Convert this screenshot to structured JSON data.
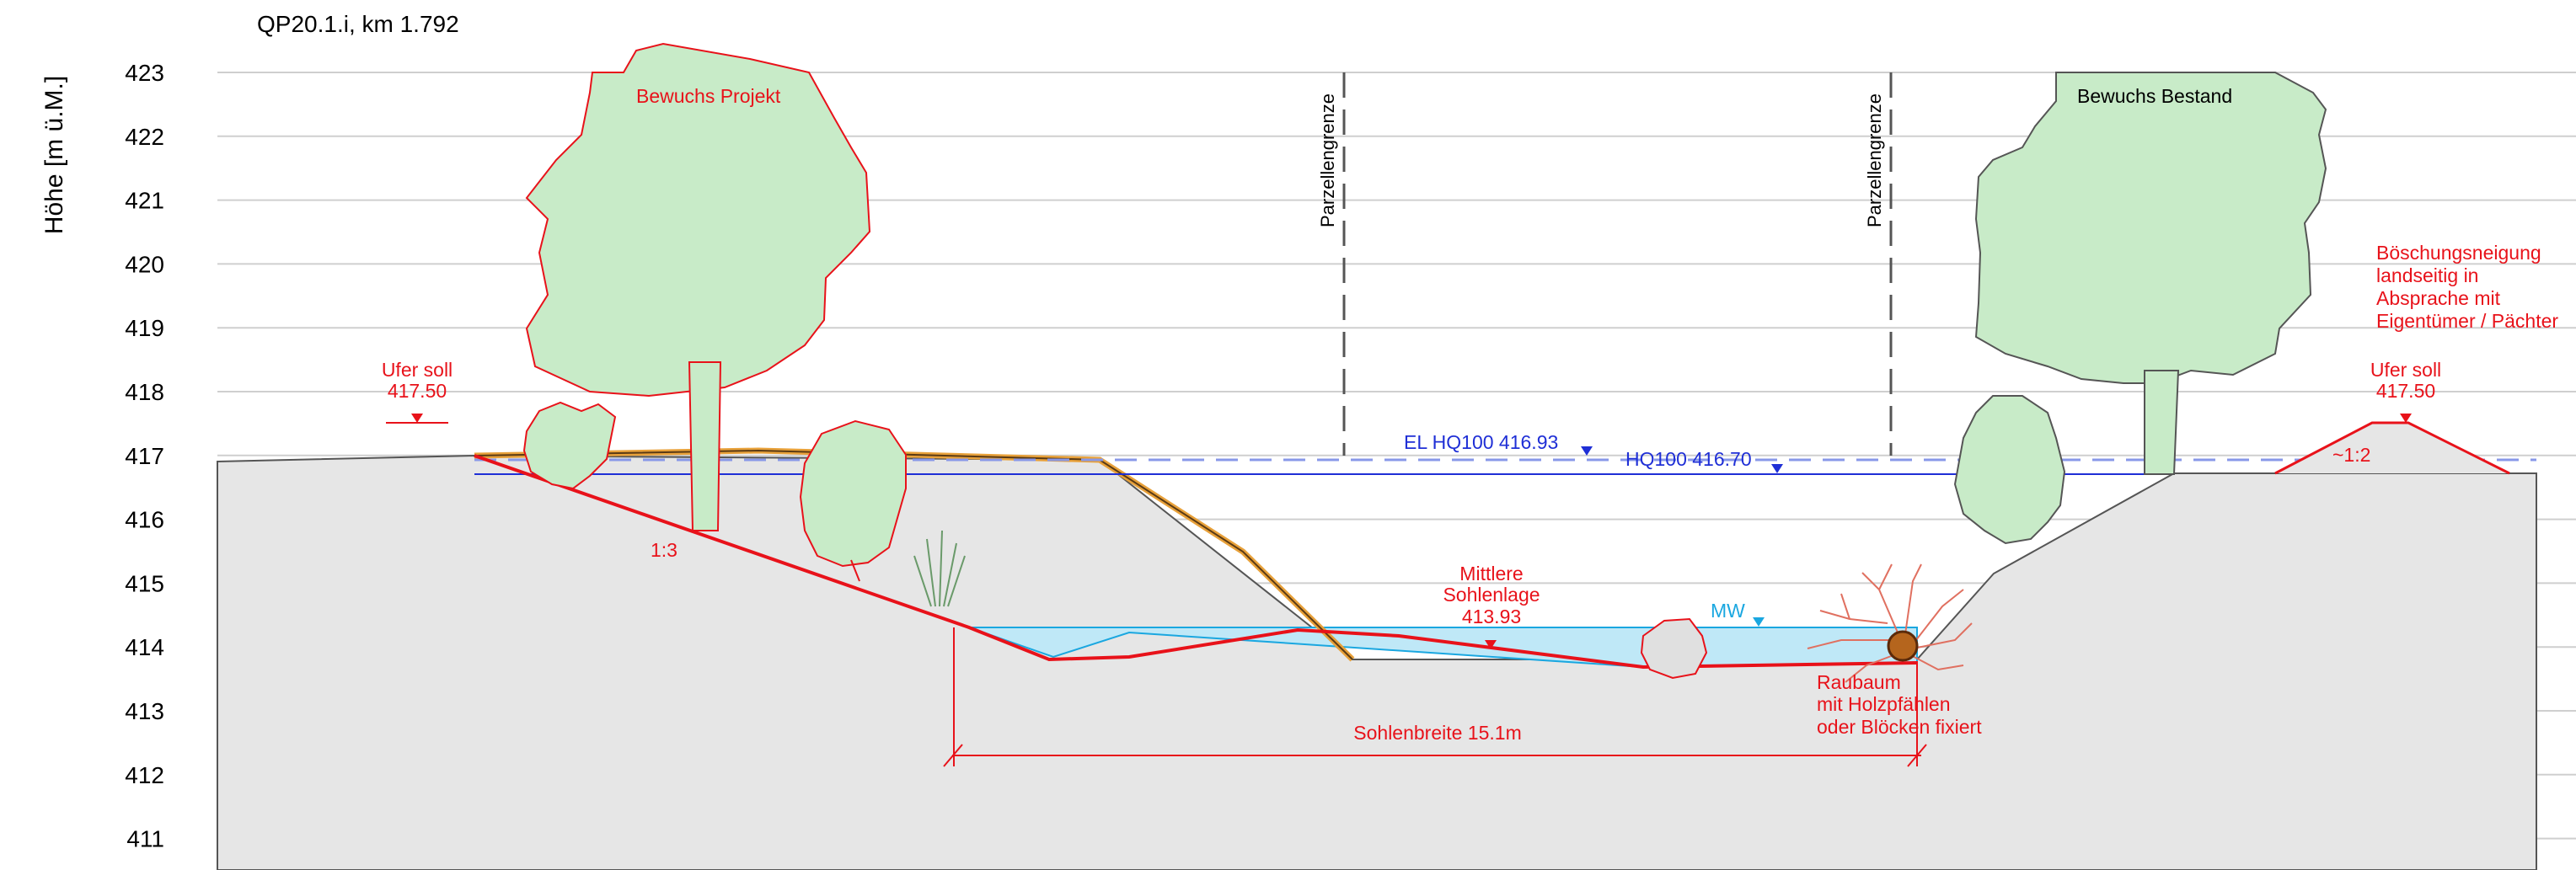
{
  "title": "QP20.1.i, km 1.792",
  "y_axis": {
    "label": "Höhe [m ü.M.]",
    "ticks": [
      "423",
      "422",
      "421",
      "420",
      "419",
      "418",
      "417",
      "416",
      "415",
      "414",
      "413",
      "412",
      "411"
    ],
    "range": [
      411,
      423
    ]
  },
  "annotations": {
    "vegetation_project": "Bewuchs Projekt",
    "vegetation_existing": "Bewuchs Bestand",
    "boundary_left": "Parzellengrenze",
    "boundary_right": "Parzellengrenze",
    "bank_left": {
      "line1": "Ufer soll",
      "line2": "417.50"
    },
    "bank_right": {
      "line1": "Ufer soll",
      "line2": "417.50"
    },
    "slope_left": "1:3",
    "slope_right": "~1:2",
    "embankment_note": [
      "Böschungsneigung",
      "landseitig in",
      "Absprache mit",
      "Eigentümer / Pächter"
    ],
    "el_hq100": "EL HQ100 416.93",
    "hq100": "HQ100 416.70",
    "mw": "MW",
    "mean_bed": [
      "Mittlere",
      "Sohlenlage",
      "413.93"
    ],
    "raubaum": [
      "Raubaum",
      "mit Holzpfählen",
      "oder Blöcken fixiert"
    ],
    "bed_width": "Sohlenbreite 15.1m"
  },
  "colors": {
    "terrain": "#e6e6e6",
    "water": "#bfe8f7",
    "tree_existing": "#c8ebc8",
    "tree_project": "#c8ebc8",
    "design_red": "#e8121a",
    "hq_blue": "#1f2fd6",
    "mw_blue": "#1aa7e0",
    "grid": "#cfcfcf",
    "orange_layer": "#e8a13a"
  }
}
